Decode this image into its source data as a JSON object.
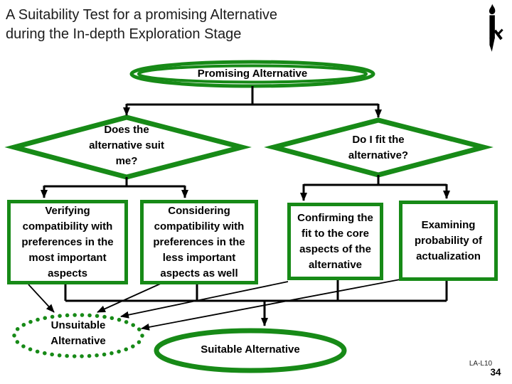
{
  "slide": {
    "title": "A Suitability Test for a promising Alternative\nduring the In-depth Exploration Stage",
    "footer": {
      "course_code": "LA-L10",
      "page_number": "34"
    },
    "colors": {
      "shape_green": "#178a17",
      "line_black": "#000000"
    },
    "icons": [
      "torch-logo-icon"
    ]
  },
  "flowchart": {
    "start": {
      "label": "Promising Alternative",
      "shape": "double-ellipse"
    },
    "decisions": [
      {
        "label": "Does the\nalternative suit\nme?",
        "shape": "diamond"
      },
      {
        "label": "Do I fit the\nalternative?",
        "shape": "diamond"
      }
    ],
    "processes": [
      {
        "label": "Verifying\ncompatibility with\npreferences in the\nmost important\naspects",
        "shape": "rectangle"
      },
      {
        "label": "Considering\ncompatibility with\npreferences in the\nless important\naspects  as well",
        "shape": "rectangle"
      },
      {
        "label": "Confirming the\nfit to the core\naspects of the\nalternative",
        "shape": "rectangle"
      },
      {
        "label": "Examining\nprobability of\nactualization",
        "shape": "rectangle"
      }
    ],
    "outcomes": [
      {
        "label": "Unsuitable\nAlternative",
        "shape": "dotted-ellipse"
      },
      {
        "label": "Suitable Alternative",
        "shape": "solid-ellipse"
      }
    ]
  }
}
